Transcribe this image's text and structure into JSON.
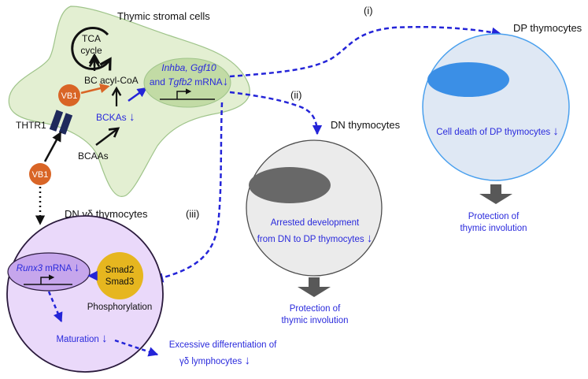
{
  "stromal": {
    "title": "Thymic stromal cells",
    "tca_line1": "TCA",
    "tca_line2": "cycle",
    "bc_acyl_coa": "BC acyl-CoA",
    "bckas": "BCKAs",
    "bcaas": "BCAAs",
    "thtr1": "THTR1",
    "vb1": "VB1"
  },
  "mrna_box": {
    "line1": "Inhba, Ggf10",
    "line2_and": "and",
    "line2_gene": "Tgfb2",
    "line2_suffix": "mRNA"
  },
  "labels": {
    "i": "(i)",
    "ii": "(ii)",
    "iii": "(iii)"
  },
  "dp": {
    "title": "DP thymocytes",
    "effect": "Cell death of DP thymocytes",
    "protection_line1": "Protection of",
    "protection_line2": "thymic involution"
  },
  "dn": {
    "title": "DN thymocytes",
    "effect_line1": "Arrested development",
    "effect_line2": "from DN to DP thymocytes",
    "protection_line1": "Protection of",
    "protection_line2": "thymic involution"
  },
  "gd": {
    "title": "DN γδ thymocytes",
    "vb1": "VB1",
    "runx3": "Runx3",
    "runx3_suffix": "mRNA",
    "smad2": "Smad2",
    "smad3": "Smad3",
    "phosphorylation": "Phosphorylation",
    "maturation": "Maturation",
    "excess_line1": "Excessive differentiation of",
    "excess_line2": "γδ lymphocytes"
  },
  "symbols": {
    "down": "↓"
  },
  "colors": {
    "blue_text": "#2a2adc",
    "dashed_arrow": "#2424d8",
    "stromal_fill": "#e3efd2",
    "dp_fill": "#dfe8f4",
    "dp_nucleus": "#3b8fe6",
    "dn_fill": "#ebebeb",
    "dn_nucleus": "#686868",
    "gd_fill": "#ead9fa",
    "runx_fill": "#c6a6ec",
    "smad_fill": "#e6b61f",
    "vb1_fill": "#d96526"
  }
}
